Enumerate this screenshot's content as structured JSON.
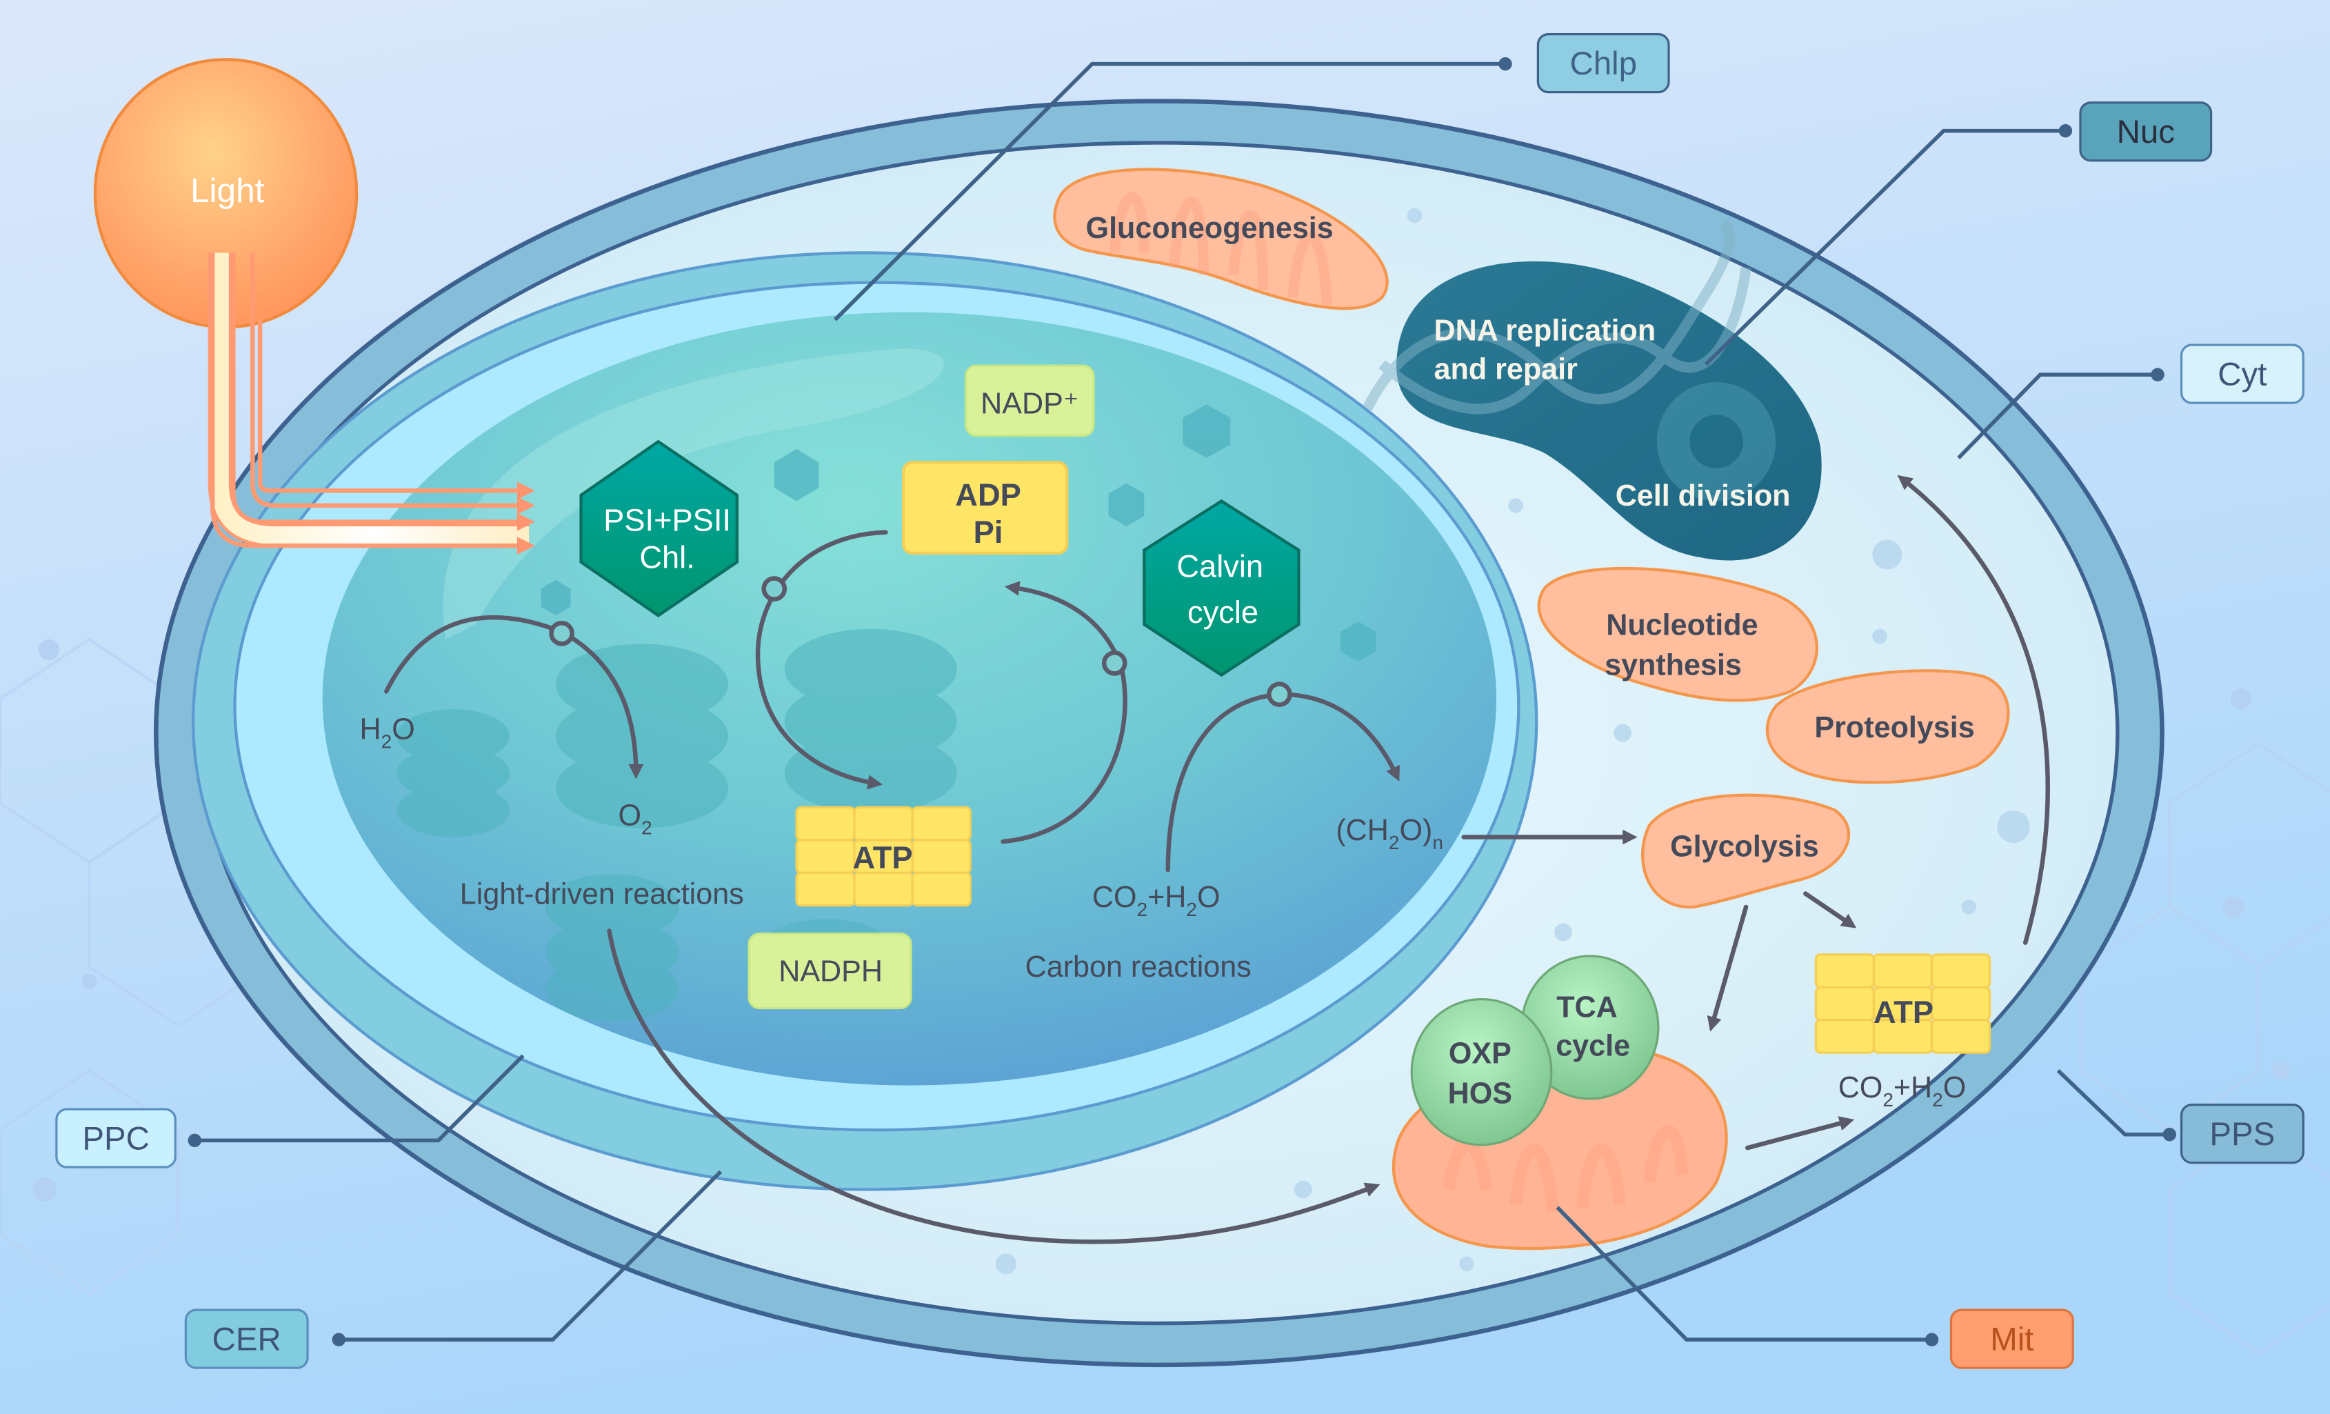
{
  "diagram": {
    "light": {
      "label": "Light"
    },
    "labels": {
      "chloroplast": "Chlp",
      "nucleus": "Nuc",
      "cytoplasm": "Cyt",
      "periplastid": "PPC",
      "cer": "CER",
      "pps": "PPS",
      "mitochondrion": "Mit"
    },
    "chloroplast": {
      "photosystem": [
        "PSI+PSII",
        "Chl."
      ],
      "calvin": [
        "Calvin",
        "cycle"
      ],
      "nadp_plus": "NADP⁺",
      "adp": [
        "ADP",
        "Pi"
      ],
      "atp": "ATP",
      "nadph": "NADPH",
      "h2o": {
        "base": "H",
        "sub": "2",
        "tail": "O"
      },
      "o2": {
        "base": "O",
        "sub": "2"
      },
      "co2_h2o": {
        "a": "CO",
        "a_sub": "2",
        "b": "+H",
        "b_sub": "2",
        "c": "O"
      },
      "ch2o": {
        "a": "(CH",
        "a_sub": "2",
        "b": "O)",
        "b_sub": "n"
      },
      "light_reactions": "Light-driven reactions",
      "carbon_reactions": "Carbon reactions"
    },
    "nucleus": {
      "dna": [
        "DNA replication",
        "and repair"
      ],
      "division": "Cell division"
    },
    "mitochondria": {
      "gluconeogenesis": "Gluconeogenesis",
      "nucleotide": [
        "Nucleotide",
        "synthesis"
      ],
      "proteolysis": "Proteolysis",
      "glycolysis": "Glycolysis",
      "oxphos": [
        "OXP",
        "HOS"
      ],
      "tca": [
        "TCA",
        "cycle"
      ]
    },
    "cytoplasm": {
      "atp": "ATP",
      "co2_h2o": {
        "a": "CO",
        "a_sub": "2",
        "b": "+H",
        "b_sub": "2",
        "c": "O"
      }
    },
    "colors": {
      "mito_fill": "#ffb495",
      "mito_stroke": "#f5964c",
      "atp_fill": "#ffe566",
      "hex_fill": "#009e89",
      "nuc_fill": "#2f7f9c",
      "label_chlp": "#8fcde2",
      "label_nuc": "#59a4ba",
      "label_cyt": "#d8f1fb",
      "label_ppc": "#c8f0ff",
      "label_cer": "#82cce0",
      "label_pps": "#86bcd8",
      "label_mit": "#ff9e6e"
    }
  }
}
